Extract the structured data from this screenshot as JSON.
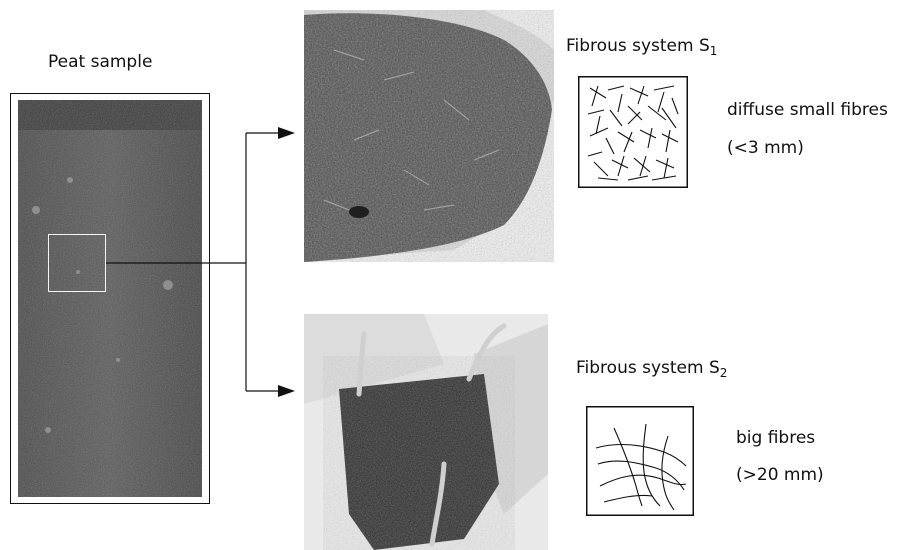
{
  "labels": {
    "peat_sample": "Peat sample",
    "system1_prefix": "Fibrous system S",
    "system1_sub": "1",
    "system1_desc_line1": "diffuse small fibres",
    "system1_desc_line2": "(<3 mm)",
    "system2_prefix": "Fibrous system S",
    "system2_sub": "2",
    "system2_desc_line1": "big fibres",
    "system2_desc_line2": "(>20 mm)"
  },
  "colors": {
    "line": "#111111",
    "peat_dark": "#3a3a3a",
    "glove": "#e8e8e8"
  }
}
